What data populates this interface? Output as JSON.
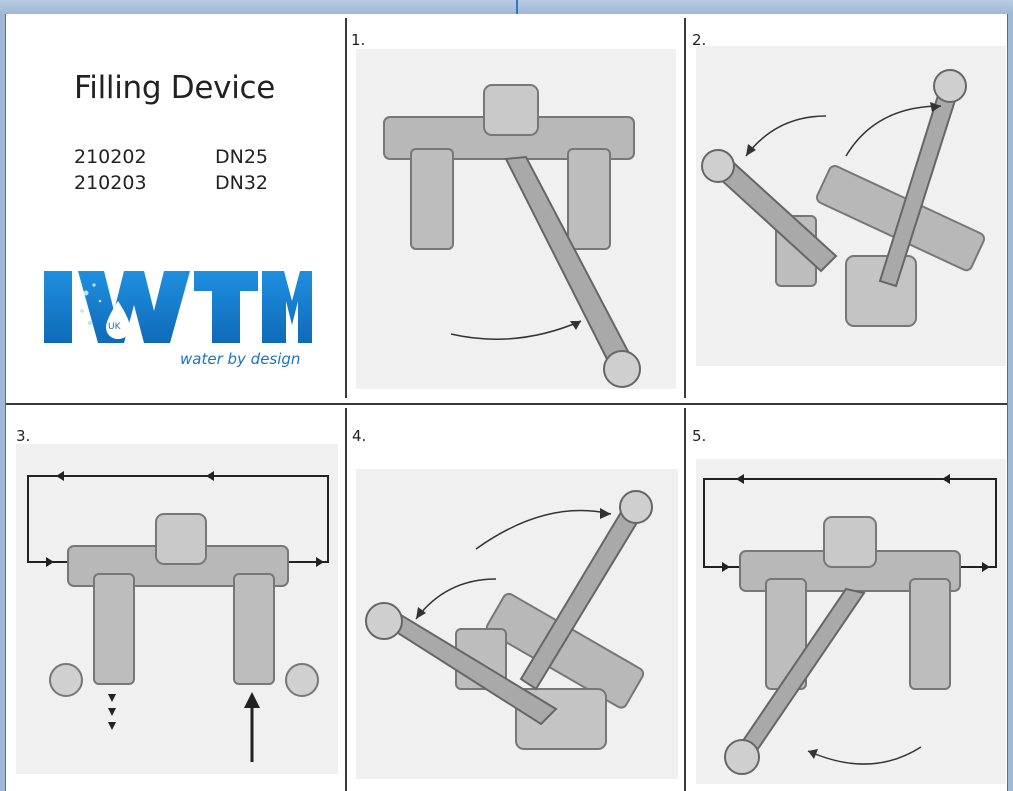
{
  "document": {
    "title": "Filling Device",
    "models": [
      {
        "code": "210202",
        "size": "DN25"
      },
      {
        "code": "210203",
        "size": "DN32"
      }
    ],
    "logo": {
      "brand": "IWTM",
      "badge": "UK",
      "tagline": "water by design",
      "color": "#1a84d4"
    },
    "steps": [
      {
        "number": "1."
      },
      {
        "number": "2."
      },
      {
        "number": "3."
      },
      {
        "number": "4."
      },
      {
        "number": "5."
      }
    ]
  }
}
